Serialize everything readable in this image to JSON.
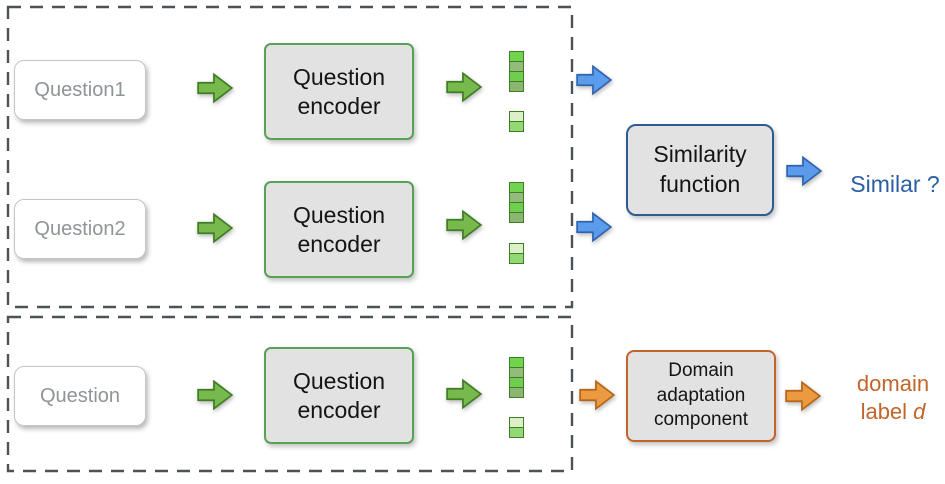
{
  "colors": {
    "green_arrow_fill": "#77b94c",
    "green_arrow_stroke": "#3e7d23",
    "blue_arrow_fill": "#5b9bec",
    "blue_arrow_stroke": "#2f63ad",
    "orange_arrow_fill": "#ec9a3f",
    "orange_arrow_stroke": "#b4651a",
    "encoder_border": "#57a257",
    "similarity_border": "#2f5b93",
    "domain_border": "#c0652c",
    "box_fill": "#e2e2e2",
    "similar_text": "#2a5fa5",
    "domain_text": "#c2652b",
    "input_text": "#8f9499",
    "dash_color": "#4d5256"
  },
  "vector": {
    "cell_colors": [
      "#71d44e",
      "#92bb7c",
      "#6fce4d",
      "#8bb672",
      "#dbf0c6",
      "#92d973"
    ]
  },
  "top_section": {
    "inputs": [
      {
        "label": "Question1"
      },
      {
        "label": "Question2"
      }
    ]
  },
  "bottom_section": {
    "input": {
      "label": "Question"
    }
  },
  "encoder": {
    "line1": "Question",
    "line2": "encoder"
  },
  "similarity": {
    "line1": "Similarity",
    "line2": "function"
  },
  "similar_output": "Similar ?",
  "domain_component": {
    "line1": "Domain",
    "line2": "adaptation",
    "line3": "component"
  },
  "domain_output": {
    "line1": "domain",
    "line2_prefix": "label ",
    "line2_var": "d"
  }
}
